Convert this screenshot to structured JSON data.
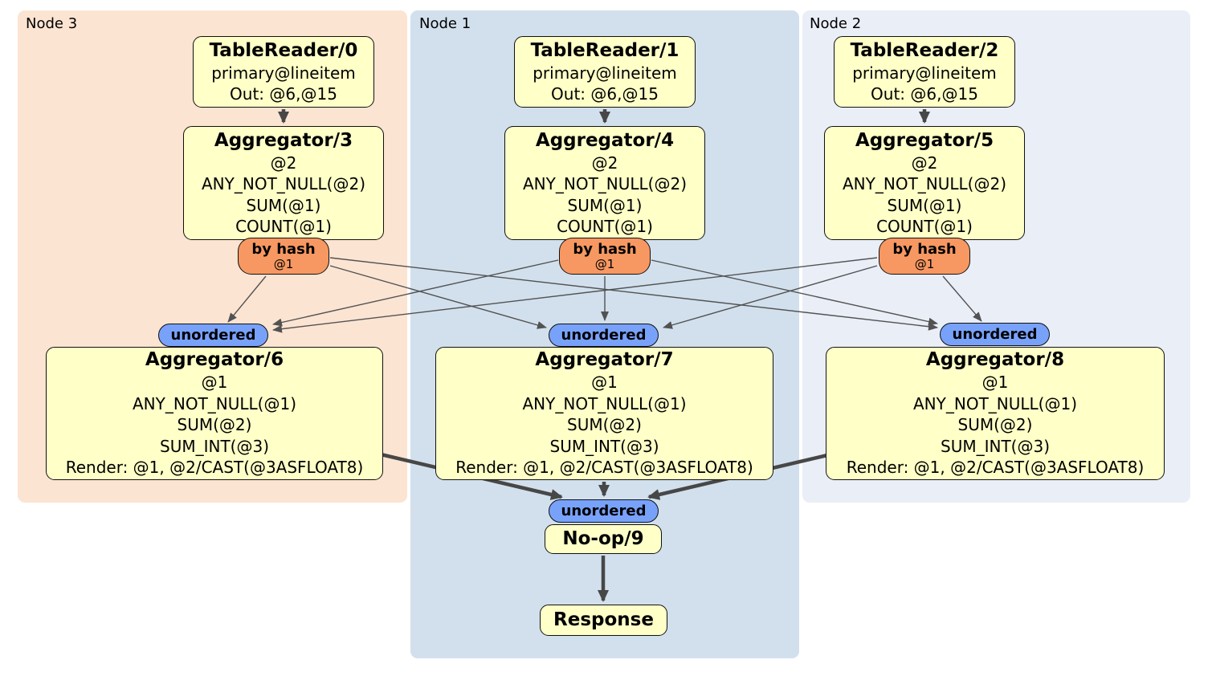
{
  "diagram": {
    "regions": [
      {
        "label": "Node 3"
      },
      {
        "label": "Node 1"
      },
      {
        "label": "Node 2"
      }
    ],
    "processors": {
      "tr0": {
        "title": "TableReader/0",
        "rows": [
          "primary@lineitem",
          "Out: @6,@15"
        ]
      },
      "tr1": {
        "title": "TableReader/1",
        "rows": [
          "primary@lineitem",
          "Out: @6,@15"
        ]
      },
      "tr2": {
        "title": "TableReader/2",
        "rows": [
          "primary@lineitem",
          "Out: @6,@15"
        ]
      },
      "agg3": {
        "title": "Aggregator/3",
        "rows": [
          "@2",
          "ANY_NOT_NULL(@2)",
          "SUM(@1)",
          "COUNT(@1)"
        ]
      },
      "agg4": {
        "title": "Aggregator/4",
        "rows": [
          "@2",
          "ANY_NOT_NULL(@2)",
          "SUM(@1)",
          "COUNT(@1)"
        ]
      },
      "agg5": {
        "title": "Aggregator/5",
        "rows": [
          "@2",
          "ANY_NOT_NULL(@2)",
          "SUM(@1)",
          "COUNT(@1)"
        ]
      },
      "agg6": {
        "title": "Aggregator/6",
        "rows": [
          "@1",
          "ANY_NOT_NULL(@1)",
          "SUM(@2)",
          "SUM_INT(@3)",
          "Render: @1, @2/CAST(@3ASFLOAT8)"
        ]
      },
      "agg7": {
        "title": "Aggregator/7",
        "rows": [
          "@1",
          "ANY_NOT_NULL(@1)",
          "SUM(@2)",
          "SUM_INT(@3)",
          "Render: @1, @2/CAST(@3ASFLOAT8)"
        ]
      },
      "agg8": {
        "title": "Aggregator/8",
        "rows": [
          "@1",
          "ANY_NOT_NULL(@1)",
          "SUM(@2)",
          "SUM_INT(@3)",
          "Render: @1, @2/CAST(@3ASFLOAT8)"
        ]
      },
      "noop9": {
        "title": "No-op/9"
      },
      "response": {
        "title": "Response"
      }
    },
    "routers": [
      {
        "label": "by hash",
        "detail": "@1"
      },
      {
        "label": "by hash",
        "detail": "@1"
      },
      {
        "label": "by hash",
        "detail": "@1"
      }
    ],
    "streams": [
      {
        "label": "unordered"
      },
      {
        "label": "unordered"
      },
      {
        "label": "unordered"
      },
      {
        "label": "unordered"
      }
    ],
    "colors": {
      "node3_bg": "#fce4d2",
      "node1_bg": "#d2e0ed",
      "node2_bg": "#eaeef7",
      "processor_fill": "#ffffc8",
      "processor_border": "#111111",
      "router_fill": "#f79862",
      "stream_fill": "#78a2fa",
      "edge_thick": "#474747",
      "edge_thin": "#525252"
    }
  }
}
